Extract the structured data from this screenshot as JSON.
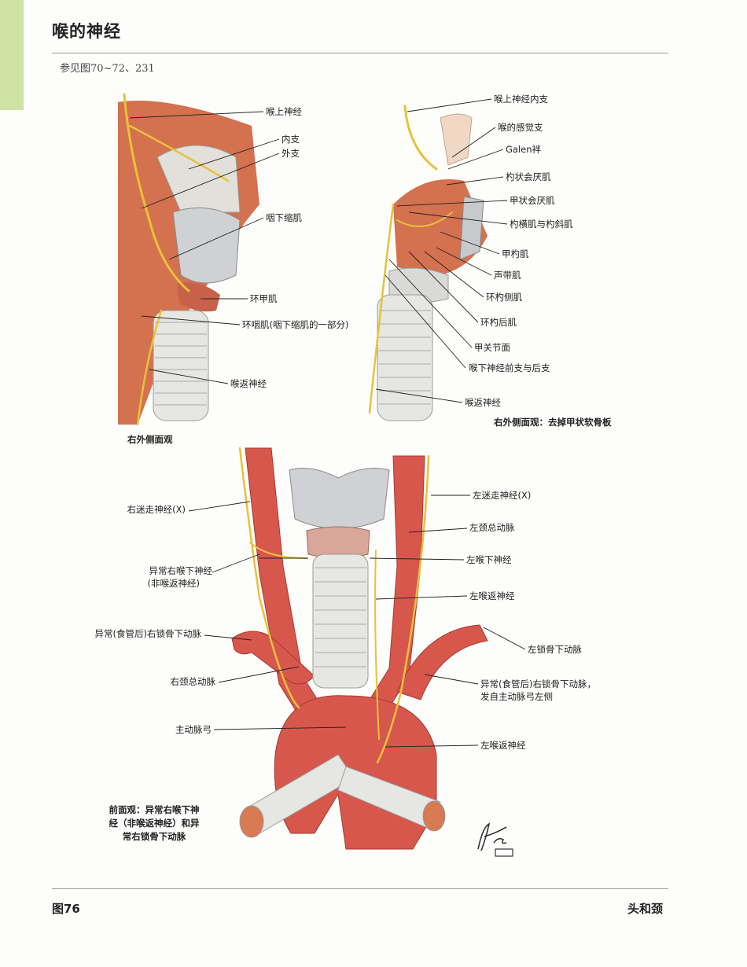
{
  "header": {
    "title": "喉的神经",
    "see_also": "参见图70~72、231"
  },
  "figures": {
    "top_left": {
      "caption": "右外侧面观",
      "labels": [
        "喉上神经",
        "内支",
        "外支",
        "咽下缩肌",
        "环甲肌",
        "环咽肌(咽下缩肌的一部分)",
        "喉返神经"
      ]
    },
    "top_right": {
      "caption": "右外侧面观：去掉甲状软骨板",
      "labels": [
        "喉上神经内支",
        "喉的感觉支",
        "Galen袢",
        "杓状会厌肌",
        "甲状会厌肌",
        "杓横肌与杓斜肌",
        "甲杓肌",
        "声带肌",
        "环杓侧肌",
        "环杓后肌",
        "甲关节面",
        "喉下神经前支与后支",
        "喉返神经"
      ]
    },
    "bottom": {
      "caption_lines": [
        "前面观：异常右喉下神",
        "经（非喉返神经）和异",
        "常右锁骨下动脉"
      ],
      "left_labels": [
        "右迷走神经(X)",
        "异常右喉下神经",
        "(非喉返神经)",
        "异常(食管后)右锁骨下动脉",
        "右颈总动脉",
        "主动脉弓"
      ],
      "right_labels": [
        "左迷走神经(X)",
        "左颈总动脉",
        "左喉下神经",
        "左喉返神经",
        "左锁骨下动脉",
        "异常(食管后)右锁骨下动脉，",
        "发自主动脉弓左侧",
        "左喉返神经"
      ]
    }
  },
  "footer": {
    "figure_number": "图76",
    "section": "头和颈"
  },
  "colors": {
    "tab": "#cfe2a6",
    "muscle": "#d4714e",
    "artery": "#d8574c",
    "nerve": "#e8c23a",
    "cartilage": "#cfd1d4"
  }
}
